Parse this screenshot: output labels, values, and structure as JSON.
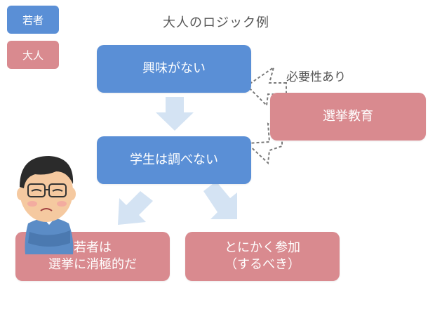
{
  "legend": [
    {
      "label": "若者",
      "color": "#5a8fd6"
    },
    {
      "label": "大人",
      "color": "#d98a8f"
    }
  ],
  "title": "大人のロジック例",
  "nodes": {
    "no_interest": "興味がない",
    "students_dont_research": "学生は調べない",
    "election_education": "選挙教育",
    "youth_passive": "若者は\n選挙に消極的だ",
    "just_participate": "とにかく参加\n（するべき）"
  },
  "annotation": "必要性あり",
  "colors": {
    "youth_blue": "#5a8fd6",
    "adult_pink": "#d98a8f",
    "arrow_fill": "#d4e3f3",
    "dashed_stroke": "#7a7a7a"
  },
  "illustration": {
    "icon": "worried-man-icon"
  }
}
